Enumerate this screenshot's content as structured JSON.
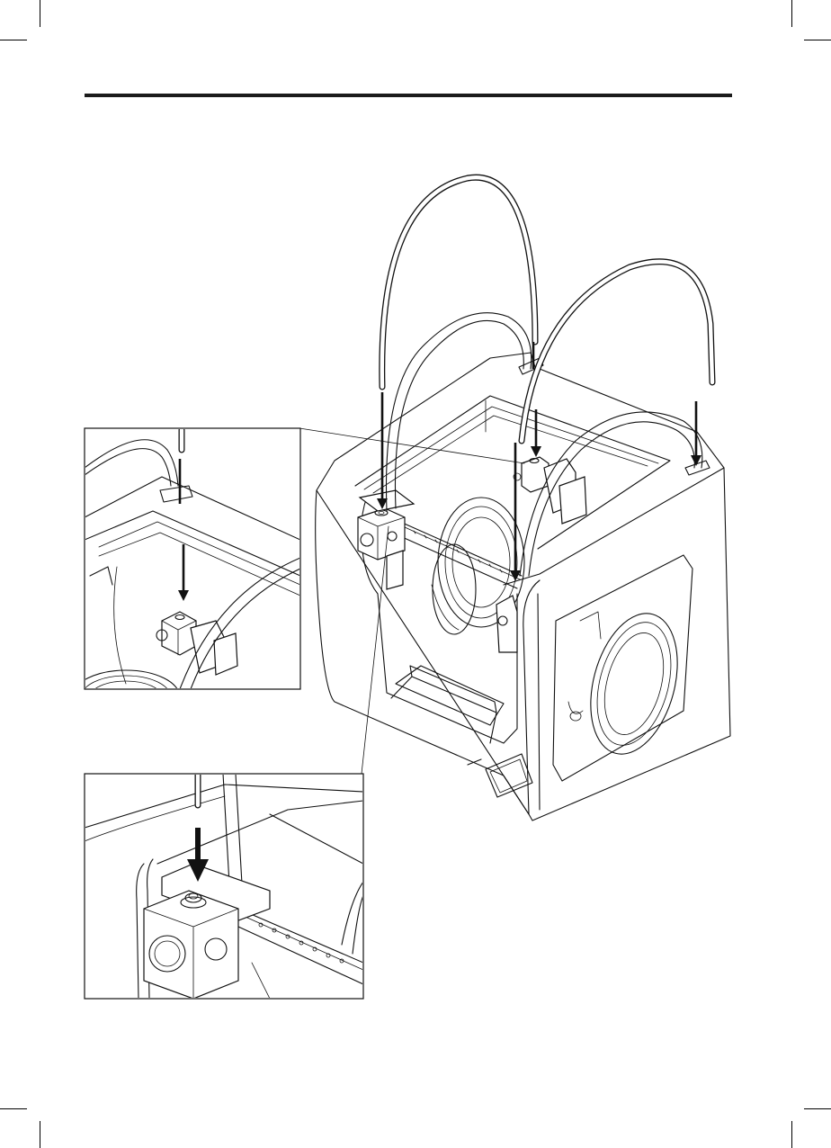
{
  "page": {
    "background": "#ffffff",
    "line_color": "#111111"
  },
  "illustration": {
    "subject": "printer-with-two-ptfe-tubes",
    "insets": [
      "top-left-detail-tube-into-toolhead",
      "bottom-left-detail-tube-into-hotend"
    ]
  }
}
